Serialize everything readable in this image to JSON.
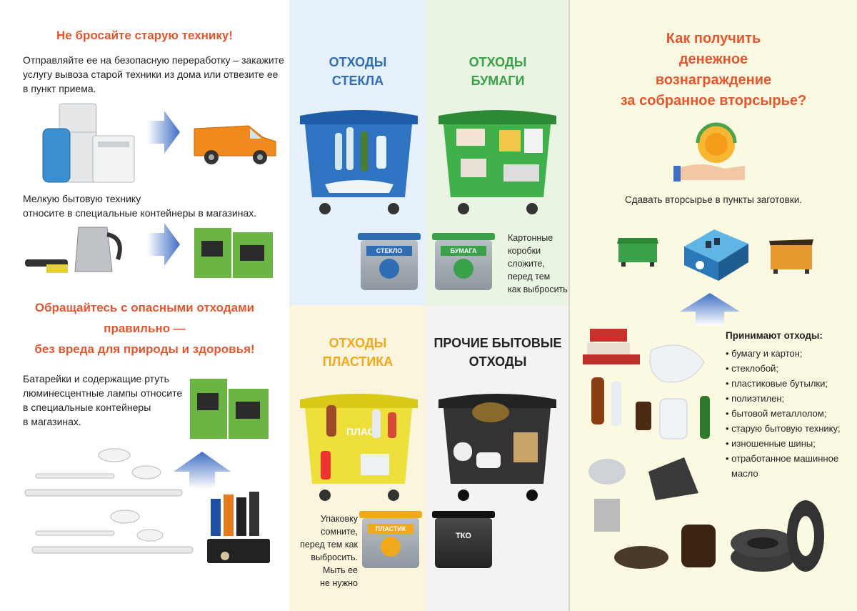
{
  "left": {
    "heading1": "Не бросайте старую технику!",
    "text1a": "Отправляйте ее на безопасную переработку – закажите",
    "text1b": "услугу вывоза старой техники из дома или отвезите ее",
    "text1c": "в пункт приема.",
    "text2a": "Мелкую бытовую технику",
    "text2b": "относите в специальные контейнеры  в магазинах.",
    "heading2a": "Обращайтесь с опасными отходами",
    "heading2b": "правильно —",
    "heading2c": "без вреда для природы и здоровья!",
    "text3a": "Батарейки и содержащие ртуть",
    "text3b": "люминесцентные лампы относите",
    "text3c": "в специальные контейнеры",
    "text3d": "в магазинах."
  },
  "middle": {
    "glass": {
      "title1": "ОТХОДЫ",
      "title2": "СТЕКЛА",
      "bin_label": "СТЕКЛО",
      "color": "#2f6db5"
    },
    "paper": {
      "title1": "ОТХОДЫ",
      "title2": "БУМАГИ",
      "bin_label": "БУМАГА",
      "color": "#3aa14a",
      "note1": "Картонные",
      "note2": "коробки",
      "note3": "сложите,",
      "note4": "перед тем",
      "note5": "как выбросить"
    },
    "plastic": {
      "title1": "ОТХОДЫ",
      "title2": "ПЛАСТИКА",
      "bin_label": "ПЛАСТИК",
      "big_label": "ПЛАСТ",
      "color": "#f2a81d",
      "note1": "Упаковку",
      "note2": "сомните,",
      "note3": "перед тем как",
      "note4": "выбросить.",
      "note5": "Мыть ее",
      "note6": "не нужно"
    },
    "other": {
      "title1": "ПРОЧИЕ БЫТОВЫЕ",
      "title2": "ОТХОДЫ",
      "bin_label": "ТКО",
      "color": "#333333"
    }
  },
  "right": {
    "heading1": "Как получить",
    "heading2": "денежное",
    "heading3": "вознаграждение",
    "heading4": "за собранное вторсырье?",
    "hand_caption": "Сдавать вторсырье в пункты заготовки.",
    "accept_title": "Принимают отходы:",
    "accept_items": [
      "• бумагу и картон;",
      "• стеклобой;",
      "• пластиковые бутылки;",
      "• полиэтилен;",
      "• бытовой металлолом;",
      "• старую бытовую технику;",
      "• изношенные шины;",
      "• отработанное машинное"
    ],
    "accept_last": "масло"
  },
  "colors": {
    "orange": "#e4572e",
    "accent_blue": "#2f6db5",
    "green": "#3aa14a",
    "yellow": "#f2a81d"
  }
}
